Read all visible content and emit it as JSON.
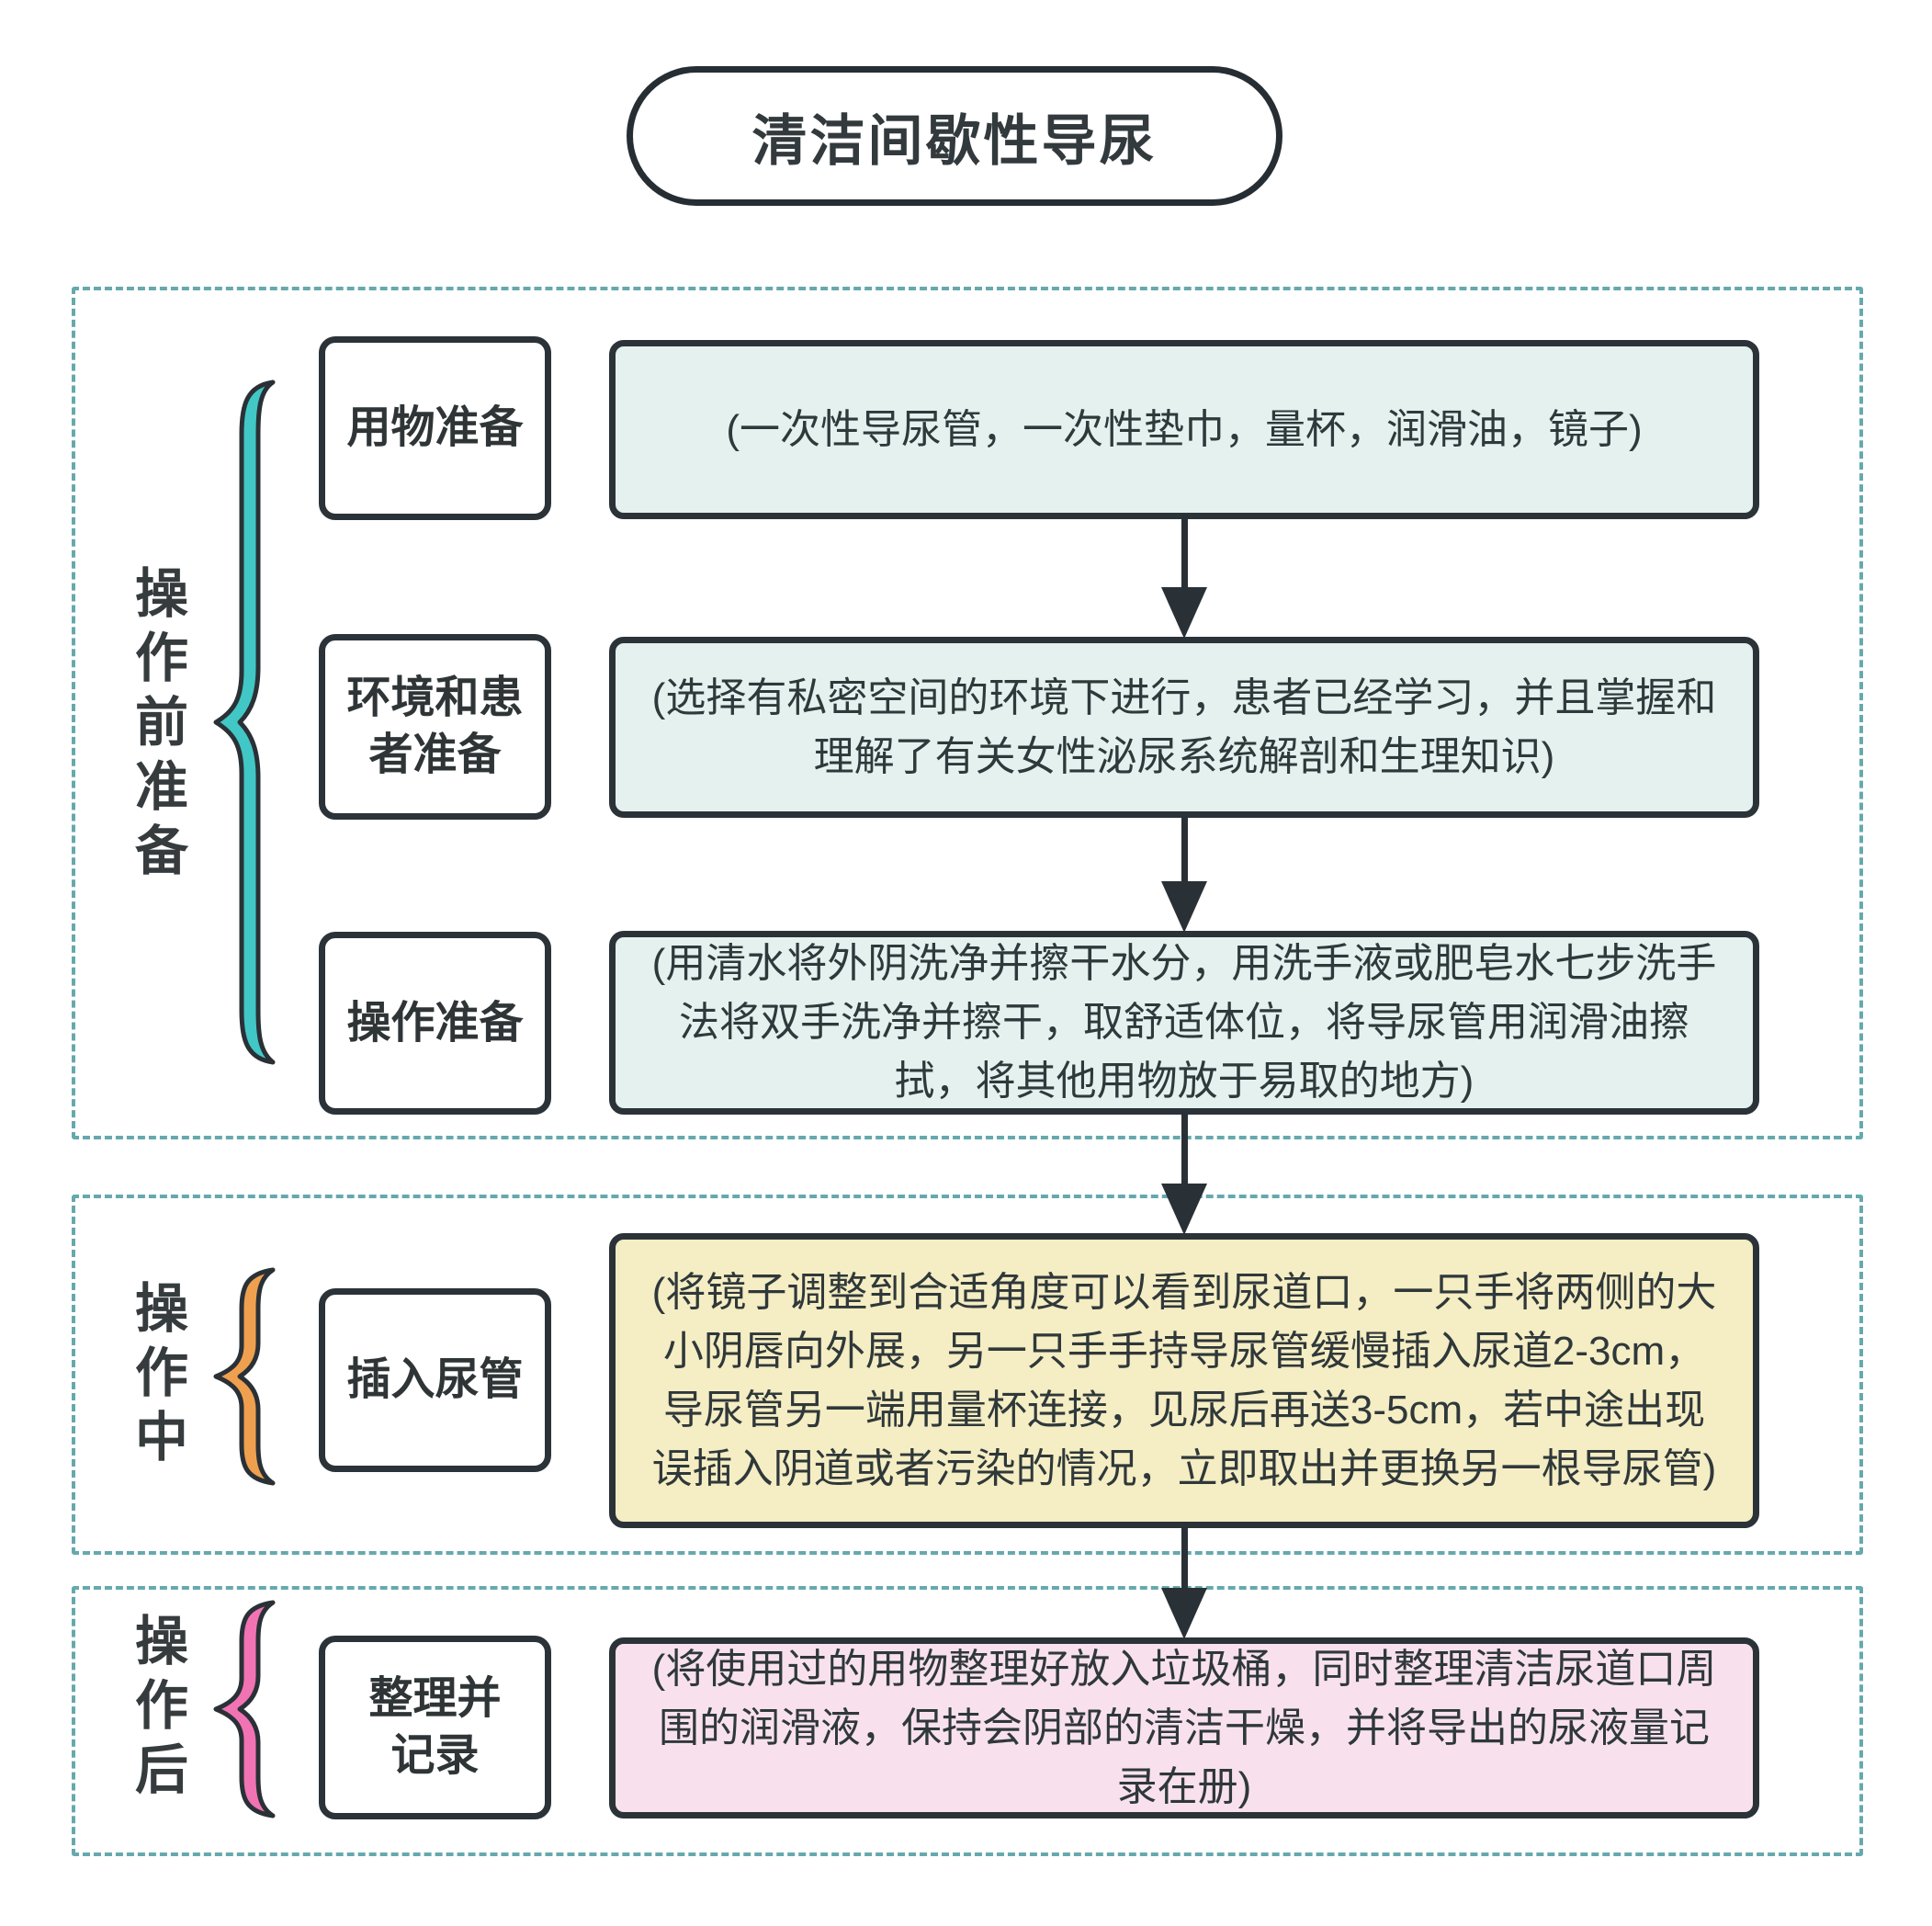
{
  "title": "清洁间歇性导尿",
  "colors": {
    "outline": "#2a3136",
    "dashed_border": "#66a9ad",
    "teal_brace": "#41c7c6",
    "orange_brace": "#efa04f",
    "pink_brace": "#f173b4",
    "teal_fill": "#e4f1ef",
    "yellow_fill": "#f5edc3",
    "pink_fill": "#f8e1ed"
  },
  "sections": [
    {
      "label": "操作前准备",
      "brace_color": "#41c7c6",
      "detail_bg": "#e4f1ef",
      "rows": [
        {
          "step": "用物准备",
          "detail": "(一次性导尿管，一次性垫巾，量杯，润滑油，镜子)"
        },
        {
          "step": "环境和患\n者准备",
          "detail": "(选择有私密空间的环境下进行，患者已经学习，并且掌握和理解了有关女性泌尿系统解剖和生理知识)"
        },
        {
          "step": "操作准备",
          "detail": "(用清水将外阴洗净并擦干水分，用洗手液或肥皂水七步洗手法将双手洗净并擦干，取舒适体位，将导尿管用润滑油擦拭，将其他用物放于易取的地方)"
        }
      ]
    },
    {
      "label": "操作中",
      "brace_color": "#efa04f",
      "detail_bg": "#f5edc3",
      "rows": [
        {
          "step": "插入尿管",
          "detail": "(将镜子调整到合适角度可以看到尿道口，一只手将两侧的大小阴唇向外展，另一只手手持导尿管缓慢插入尿道2-3cm，导尿管另一端用量杯连接，见尿后再送3-5cm，若中途出现误插入阴道或者污染的情况，立即取出并更换另一根导尿管)"
        }
      ]
    },
    {
      "label": "操作后",
      "brace_color": "#f173b4",
      "detail_bg": "#f8e1ed",
      "rows": [
        {
          "step": "整理并\n记录",
          "detail": "(将使用过的用物整理好放入垃圾桶，同时整理清洁尿道口周围的润滑液，保持会阴部的清洁干燥，并将导出的尿液量记录在册)"
        }
      ]
    }
  ]
}
